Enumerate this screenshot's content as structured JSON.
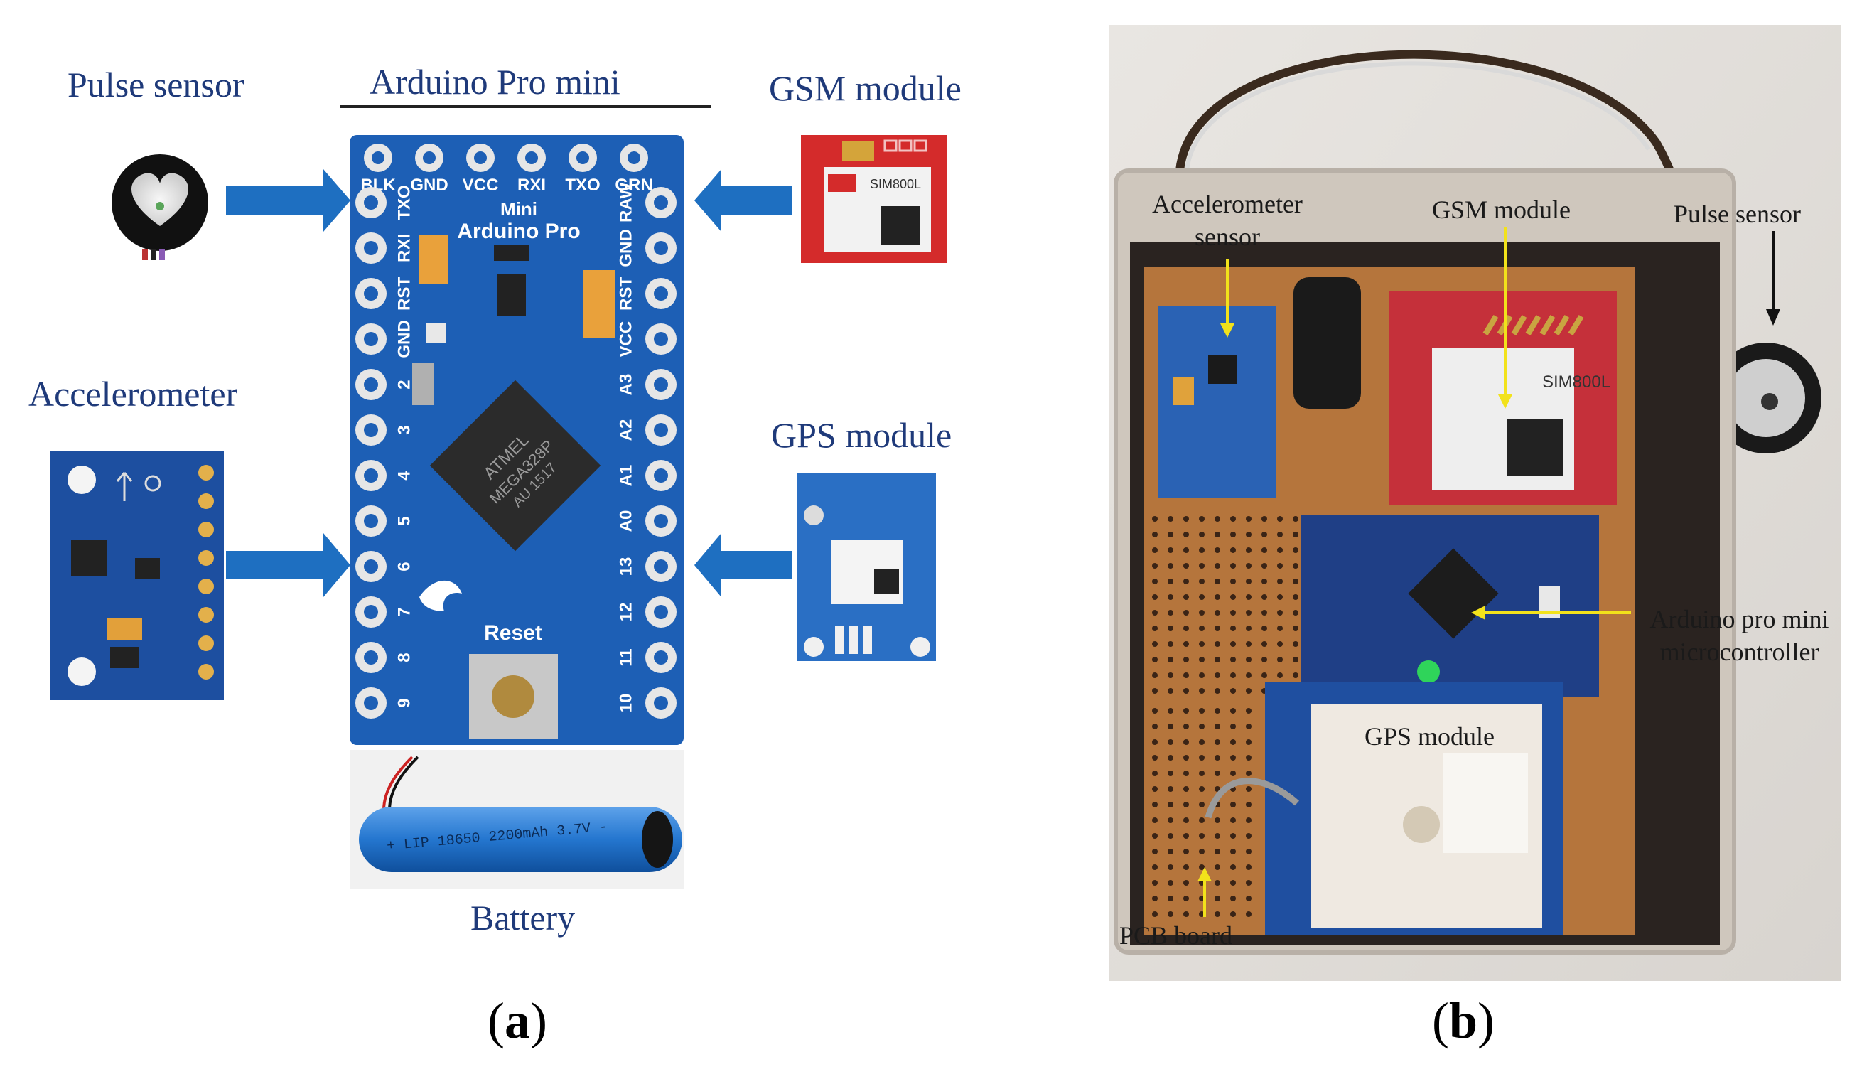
{
  "panel_a": {
    "label_prefix": "(",
    "label_letter": "a",
    "label_suffix": ")",
    "components": {
      "pulse_sensor": "Pulse sensor",
      "arduino": "Arduino Pro mini",
      "gsm": "GSM module",
      "accelerometer": "Accelerometer",
      "gps": "GPS module",
      "battery": "Battery"
    },
    "board_text": {
      "top_pins": [
        "BLK",
        "GND",
        "VCC",
        "RXI",
        "TXO",
        "GRN"
      ],
      "brand": "Arduino Pro",
      "mini": "Mini",
      "reset": "Reset",
      "left_pins": [
        "TXO",
        "RXI",
        "RST",
        "GND",
        "2",
        "3",
        "4",
        "5",
        "6",
        "7",
        "8",
        "9"
      ],
      "right_pins": [
        "RAW",
        "GND",
        "RST",
        "VCC",
        "A3",
        "A2",
        "A1",
        "A0",
        "13",
        "12",
        "11",
        "10"
      ],
      "chip_brand": "ATMEL",
      "chip_model": "MEGA328P",
      "chip_code": "AU 1517"
    },
    "gsm_chip": "SIM800L",
    "battery_text": "+ LIP 18650 2200mAh 3.7V -"
  },
  "panel_b": {
    "label_prefix": "(",
    "label_letter": "b",
    "label_suffix": ")",
    "annotations": {
      "accelerometer_line1": "Accelerometer",
      "accelerometer_line2": "sensor",
      "gsm": "GSM module",
      "pulse": "Pulse sensor",
      "arduino_line1": "Arduino pro mini",
      "arduino_line2": "microcontroller",
      "gps": "GPS module",
      "pcb": "PCB board"
    },
    "gsm_chip": "SIM800L"
  },
  "colors": {
    "label_blue": "#1f3a7a",
    "arrow_blue": "#1e6fc1",
    "board_blue": "#1d5fb5",
    "gsm_red": "#d42b2b",
    "callout_yellow": "#f2e21b"
  }
}
